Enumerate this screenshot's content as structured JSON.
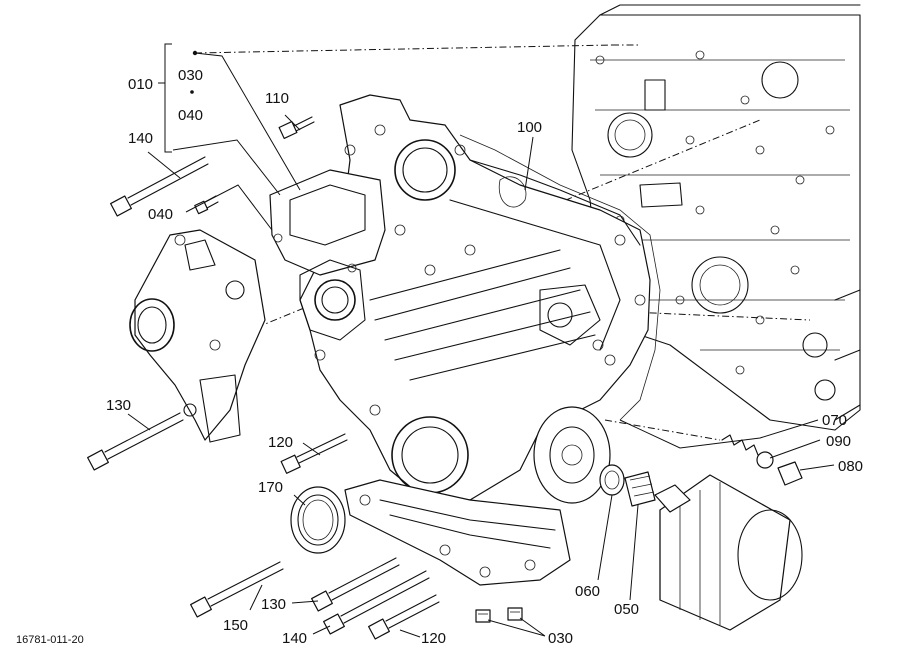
{
  "diagram": {
    "code": "16781-011-20",
    "labels": [
      {
        "id": "l010",
        "text": "010"
      },
      {
        "id": "l030a",
        "text": "030"
      },
      {
        "id": "l040a",
        "text": "040"
      },
      {
        "id": "l110",
        "text": "110"
      },
      {
        "id": "l100",
        "text": "100"
      },
      {
        "id": "l140a",
        "text": "140"
      },
      {
        "id": "l040b",
        "text": "040"
      },
      {
        "id": "l130a",
        "text": "130"
      },
      {
        "id": "l120a",
        "text": "120"
      },
      {
        "id": "l170",
        "text": "170"
      },
      {
        "id": "l070",
        "text": "070"
      },
      {
        "id": "l090",
        "text": "090"
      },
      {
        "id": "l080",
        "text": "080"
      },
      {
        "id": "l060",
        "text": "060"
      },
      {
        "id": "l050",
        "text": "050"
      },
      {
        "id": "l150",
        "text": "150"
      },
      {
        "id": "l130b",
        "text": "130"
      },
      {
        "id": "l140b",
        "text": "140"
      },
      {
        "id": "l120b",
        "text": "120"
      },
      {
        "id": "l030b",
        "text": "030"
      }
    ]
  }
}
